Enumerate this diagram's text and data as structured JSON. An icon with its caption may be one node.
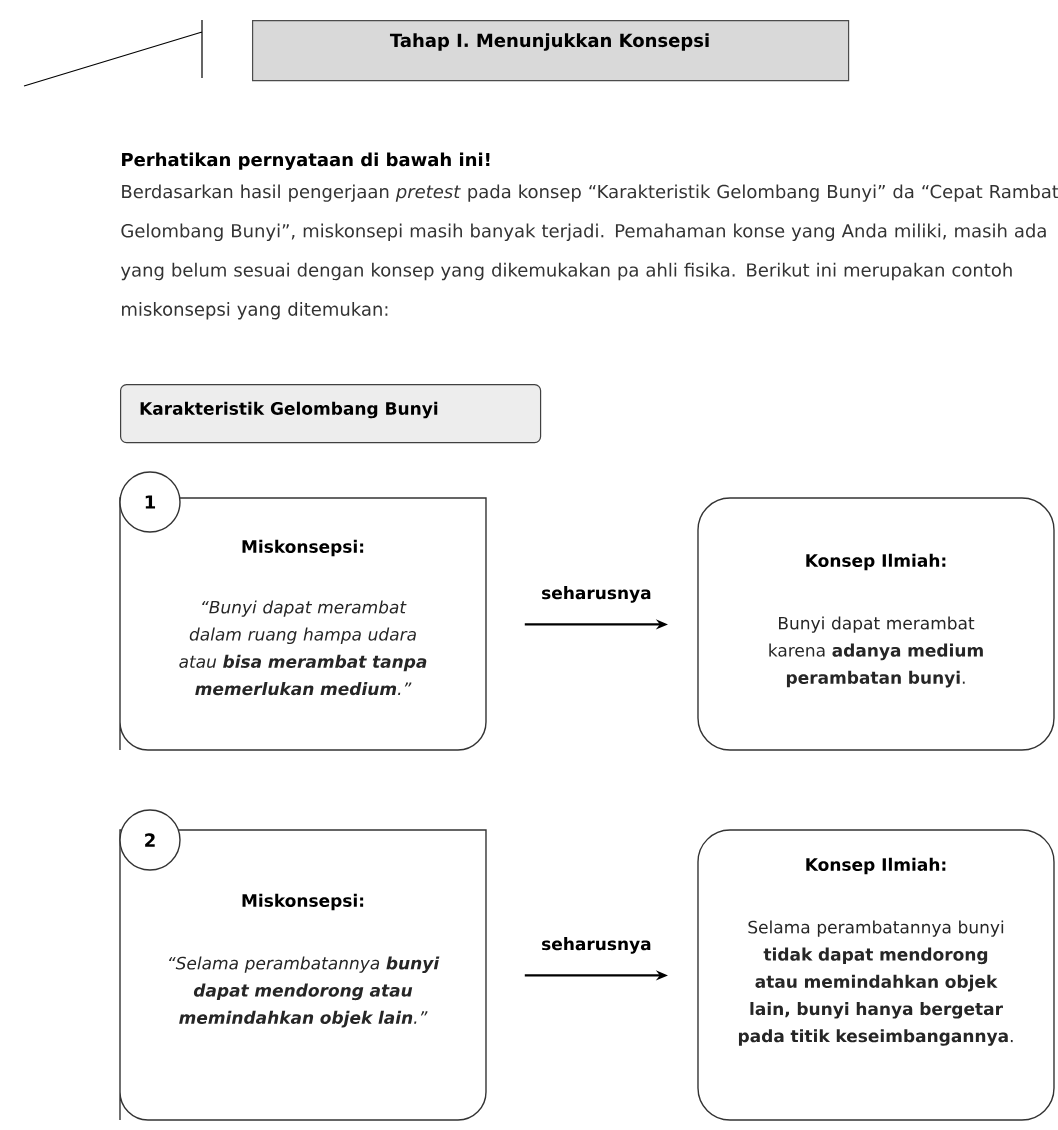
{
  "diagram": {
    "title": "Tahap I. Menunjukkan Konsepsi",
    "nodes": [
      {
        "text": [
          "Karakteristik Gelombang Bunyi"
        ]
      },
      {
        "text": [
          "1"
        ]
      },
      {
        "text": [
          "Miskonsepsi:",
          "“Bunyi dapat merambat dalam ruang hampa udara atau **bisa merambat tanpa memerlukan medium**.”"
        ]
      },
      {
        "text": [
          "Konsep Ilmiah:",
          "Bunyi dapat merambat karena **adanya medium perambatan bunyi**."
        ]
      },
      {
        "text": [
          "2"
        ]
      },
      {
        "text": [
          "Miskonsepsi:",
          "“Selama perambatannya **bunyi dapat mendorong atau memindahkan objek lain**.”"
        ]
      },
      {
        "text": [
          "Konsep Ilmiah:",
          "Selama perambatannya bunyi **tidak dapat mendorong atau memindahkan objek lain, bunyi hanya bergetar pada titik keseimbangannya**."
        ]
      }
    ],
    "edges": [
      {
        "from": 2,
        "to": 3,
        "arrow": "to",
        "label": "seharusnya"
      },
      {
        "from": 5,
        "to": 6,
        "arrow": "to",
        "label": "seharusnya"
      }
    ],
    "labels": [
      "Perhatikan pernyataan di bawah ini!",
      "Berdasarkan hasil pengerjaan *pretest* pada konsep “Karakteristik Gelombang Bunyi” da “Cepat Rambat Gelombang Bunyi”, miskonsepi masih banyak terjadi. Pemahaman konse yang Anda miliki, masih ada yang belum sesuai dengan konsep yang dikemukakan pa ahli fisika. Berikut ini merupakan contoh miskonsepsi yang ditemukan:"
    ]
  }
}
